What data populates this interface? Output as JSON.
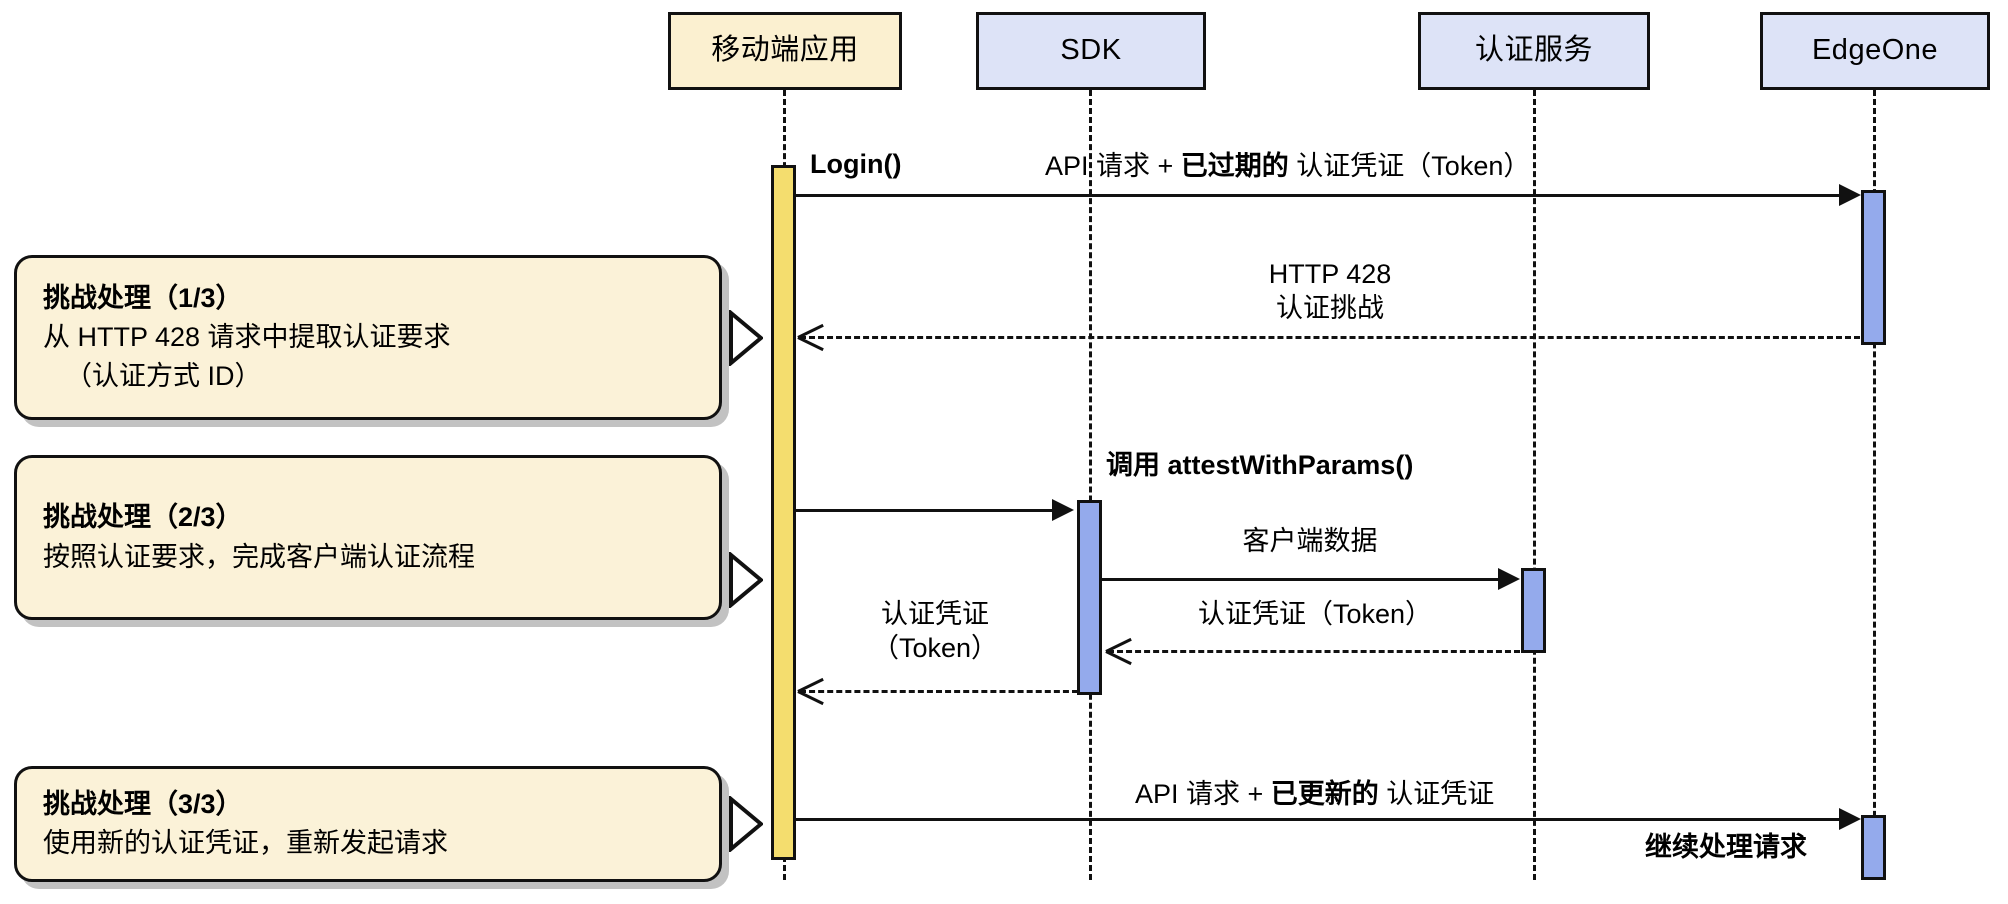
{
  "diagram": {
    "type": "sequence-diagram",
    "title": "",
    "colors": {
      "note_fill": "#fbf2d8",
      "participant_yellow": "#fbf0d0",
      "participant_blue": "#dde3f7",
      "activation_yellow": "#f4dd6e",
      "activation_blue": "#94aaec",
      "stroke": "#111111",
      "background": "#ffffff"
    }
  },
  "participants": [
    {
      "id": "mobile",
      "label": "移动端应用",
      "style": "yellow"
    },
    {
      "id": "sdk",
      "label": "SDK",
      "style": "blue"
    },
    {
      "id": "authsvc",
      "label": "认证服务",
      "style": "blue"
    },
    {
      "id": "edgeone",
      "label": "EdgeOne",
      "style": "blue"
    }
  ],
  "messages": [
    {
      "id": "m1",
      "from": "mobile",
      "to": "edgeone",
      "kind": "call",
      "line": "solid",
      "caption": "Login()",
      "caption_bold": true,
      "label_parts": [
        {
          "text": "API 请求 + ",
          "bold": false
        },
        {
          "text": "已过期的",
          "bold": true
        },
        {
          "text": " 认证凭证（Token）",
          "bold": false
        }
      ],
      "label_plain": "API 请求 + 已过期的 认证凭证（Token）"
    },
    {
      "id": "m2",
      "from": "edgeone",
      "to": "mobile",
      "kind": "return",
      "line": "dashed",
      "label_lines": [
        "HTTP 428",
        "认证挑战"
      ]
    },
    {
      "id": "m3",
      "from": "mobile",
      "to": "sdk",
      "kind": "call",
      "line": "solid",
      "caption": "调用 attestWithParams()",
      "caption_bold": true,
      "label_lines": []
    },
    {
      "id": "m4",
      "from": "sdk",
      "to": "authsvc",
      "kind": "call",
      "line": "solid",
      "label_lines": [
        "客户端数据"
      ]
    },
    {
      "id": "m5",
      "from": "authsvc",
      "to": "sdk",
      "kind": "return",
      "line": "dashed",
      "label_lines": [
        "认证凭证（Token）"
      ]
    },
    {
      "id": "m6",
      "from": "sdk",
      "to": "mobile",
      "kind": "return",
      "line": "dashed",
      "label_lines": [
        "认证凭证",
        "（Token）"
      ]
    },
    {
      "id": "m7",
      "from": "mobile",
      "to": "edgeone",
      "kind": "call",
      "line": "solid",
      "label_parts": [
        {
          "text": "API 请求 + ",
          "bold": false
        },
        {
          "text": "已更新的",
          "bold": true
        },
        {
          "text": " 认证凭证",
          "bold": false
        }
      ],
      "label_plain": "API 请求 + 已更新的 认证凭证"
    },
    {
      "id": "m8",
      "from": "edgeone",
      "to": "edgeone",
      "kind": "self-note",
      "line": "none",
      "caption": "继续处理请求",
      "caption_bold": true
    }
  ],
  "notes": [
    {
      "id": "note1",
      "title": "挑战处理（1/3）",
      "lines": [
        "从 HTTP 428 请求中提取认证要求",
        "（认证方式 ID）"
      ],
      "indent_lines": [
        false,
        true
      ],
      "attached_to": "mobile"
    },
    {
      "id": "note2",
      "title": "挑战处理（2/3）",
      "lines": [
        "按照认证要求，完成客户端认证流程"
      ],
      "indent_lines": [
        false
      ],
      "attached_to": "mobile"
    },
    {
      "id": "note3",
      "title": "挑战处理（3/3）",
      "lines": [
        "使用新的认证凭证，重新发起请求"
      ],
      "indent_lines": [
        false
      ],
      "attached_to": "mobile"
    }
  ]
}
